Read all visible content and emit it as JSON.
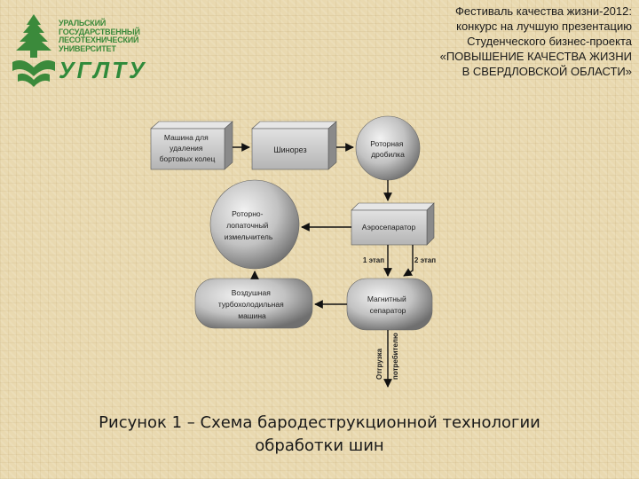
{
  "logo": {
    "lines": [
      "Уральский",
      "государственный",
      "лесотехнический",
      "университет"
    ],
    "brand": "УГЛТУ"
  },
  "header": {
    "lines": [
      "Фестиваль качества жизни-2012:",
      "конкурс на лучшую презентацию",
      "Студенческого бизнес-проекта",
      "«ПОВЫШЕНИЕ КАЧЕСТВА ЖИЗНИ",
      "В СВЕРДЛОВСКОЙ ОБЛАСТИ»"
    ]
  },
  "diagram": {
    "nodes": {
      "machine": [
        "Машина для",
        "удаления",
        "бортовых колец"
      ],
      "shredder": [
        "Шинорез"
      ],
      "rotary_crusher": [
        "Роторная",
        "дробилка"
      ],
      "rotor_grinder": [
        "Роторно-",
        "лопаточный",
        "измельчитель"
      ],
      "aeroseparator": [
        "Аэросепаратор"
      ],
      "turbo_cooling": [
        "Воздушная",
        "турбохолодильная",
        "машина"
      ],
      "magnetic_separator": [
        "Магнитный",
        "сепаратор"
      ]
    },
    "labels": {
      "stage1": "1 этап",
      "stage2": "2 этап",
      "shipment": [
        "Отгрузка",
        "потребителю"
      ]
    }
  },
  "caption": {
    "lines": [
      "Рисунок 1 – Схема бародеструкционной технологии",
      "обработки шин"
    ]
  },
  "colors": {
    "logo_green": "#3b8a3b",
    "box_fill": "#c9c9c9",
    "box_side": "#8a8a8a",
    "ball_fill": "#bdbdbd",
    "arrow": "#111111"
  }
}
